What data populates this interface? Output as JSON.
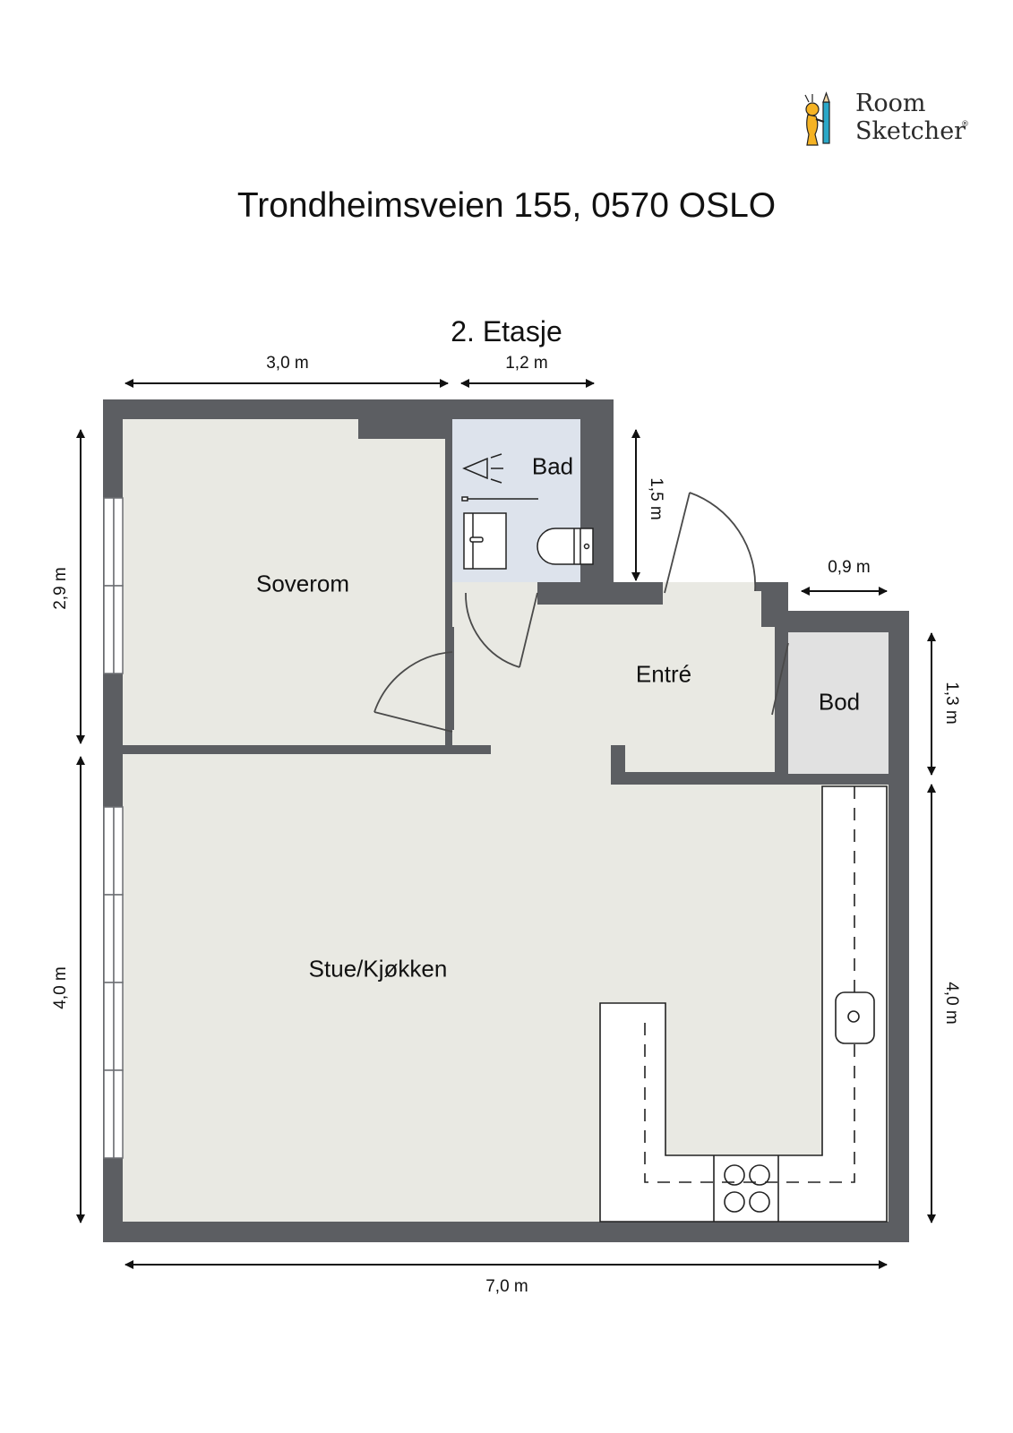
{
  "logo": {
    "line1": "Room",
    "line2": "Sketcher",
    "reg": "®"
  },
  "header": {
    "address": "Trondheimsveien 155, 0570 OSLO",
    "floor": "2. Etasje"
  },
  "rooms": [
    {
      "name": "Soverom"
    },
    {
      "name": "Bad"
    },
    {
      "name": "Entré"
    },
    {
      "name": "Bod"
    },
    {
      "name": "Stue/Kjøkken"
    }
  ],
  "dimensions": {
    "top_left": "3,0 m",
    "top_bad": "1,2 m",
    "bad_height": "1,5 m",
    "step_right": "0,9 m",
    "left_upper": "2,9 m",
    "left_lower": "4,0 m",
    "right_upper": "1,3 m",
    "right_lower": "4,0 m",
    "bottom": "7,0 m"
  },
  "colors": {
    "wall": "#5c5e62",
    "floor": "#e9e9e3",
    "bath": "#dde3ec",
    "storage": "#e1e1e1",
    "fixture": "#ffffff",
    "line": "#222222"
  }
}
